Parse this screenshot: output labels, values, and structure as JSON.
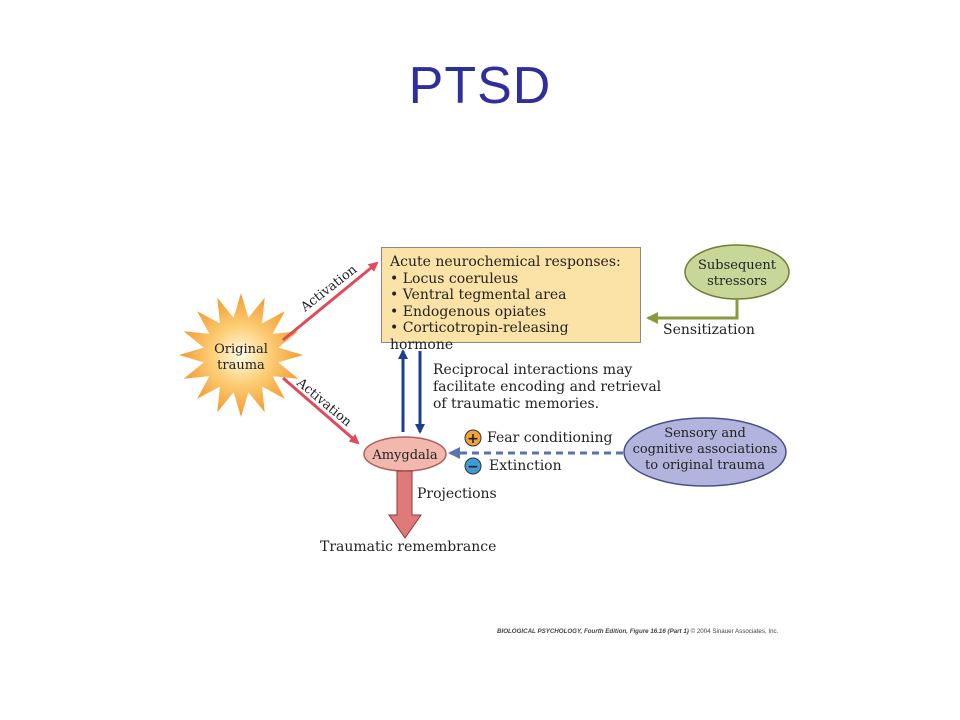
{
  "title": "PTSD",
  "nodes": {
    "trauma": {
      "line1": "Original",
      "line2": "trauma"
    },
    "acute": {
      "heading": "Acute neurochemical responses:",
      "items": [
        "Locus coeruleus",
        "Ventral tegmental area",
        "Endogenous opiates",
        "Corticotropin-releasing hormone"
      ]
    },
    "stressors": {
      "line1": "Subsequent",
      "line2": "stressors"
    },
    "amygdala": "Amygdala",
    "sensory": {
      "line1": "Sensory and",
      "line2": "cognitive associations",
      "line3": "to original trauma"
    },
    "remembrance": "Traumatic remembrance"
  },
  "edges": {
    "activation_top": "Activation",
    "activation_bottom": "Activation",
    "sensitization": "Sensitization",
    "reciprocal": {
      "line1": "Reciprocal interactions may",
      "line2": "facilitate encoding and retrieval",
      "line3": "of traumatic memories."
    },
    "fear_sign": "+",
    "fear": "Fear conditioning",
    "extinction_sign": "−",
    "extinction": "Extinction",
    "projections": "Projections"
  },
  "credit": {
    "book": "BIOLOGICAL PSYCHOLOGY, Fourth Edition, Figure 16.16 (Part 1)",
    "copyright": "© 2004 Sinauer Associates, Inc."
  },
  "colors": {
    "title": "#2e2e9c",
    "star": "#f7a53a",
    "box": "#fbe2a6",
    "stressors": "#c7d79a",
    "amygdala": "#f2b8ad",
    "sensory": "#b3b4dd",
    "red_arrow": "#e04a5a",
    "blue_arrow": "#1e3f8f",
    "green_arrow": "#8a9a3c",
    "dashed_arrow": "#5a72b5"
  }
}
